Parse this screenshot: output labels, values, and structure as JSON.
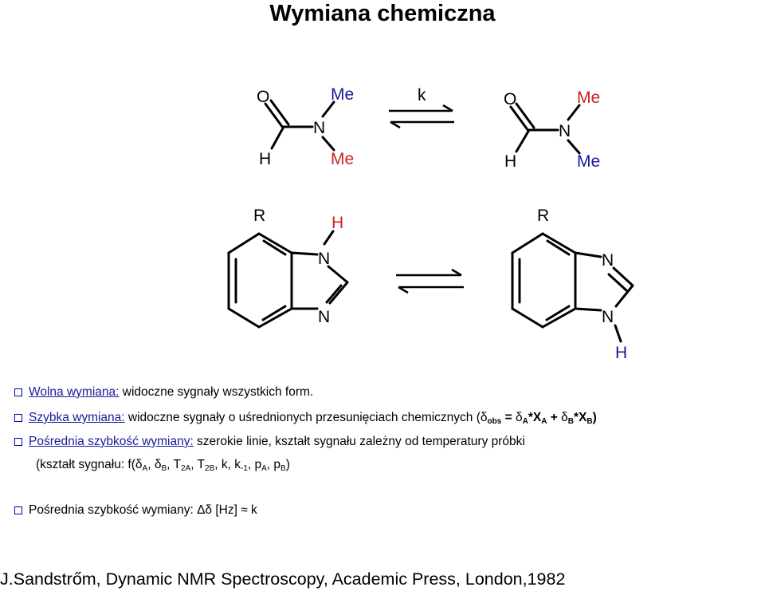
{
  "title": "Wymiana chemiczna",
  "scheme": {
    "amide_left": {
      "O": "O",
      "N": "N",
      "H": "H",
      "Me_top": "Me",
      "Me_bottom": "Me"
    },
    "rate": "k",
    "amide_right": {
      "O": "O",
      "N": "N",
      "H": "H",
      "Me_top": "Me",
      "Me_bottom": "Me"
    },
    "benz_left": {
      "R": "R",
      "H": "H",
      "N_top": "N",
      "N_bottom": "N"
    },
    "benz_right": {
      "R": "R",
      "H": "H",
      "N_top": "N",
      "N_bottom": "N"
    },
    "colors": {
      "red": "#cc2222",
      "blue": "#1a1a99",
      "bullet": "#0000aa"
    }
  },
  "bullets": {
    "b1": {
      "label": "Wolna wymiana:",
      "text": "widoczne sygnały wszystkich form."
    },
    "b2": {
      "label": "Szybka wymiana:",
      "text": "widoczne sygnały o uśrednionych przesunięciach chemicznych (",
      "delta": "δ",
      "obs": "obs",
      "eq": " = ",
      "delta_a": "δ",
      "sub_a": "A",
      "times_xa": "*X",
      "sub_xa": "A",
      "plus": " + ",
      "delta_b": "δ",
      "sub_b": "B",
      "times_xb": "*X",
      "sub_xb": "B",
      "close": ")"
    },
    "b3": {
      "label": "Pośrednia szybkość wymiany:",
      "text": " szerokie linie, kształt sygnału zależny od temperatury próbki"
    },
    "b4": {
      "prefix": "(kształt sygnału: f(",
      "d1": "δ",
      "s1": "A",
      "c1": ", ",
      "d2": "δ",
      "s2": "B",
      "c2": ", T",
      "s3": "2A",
      "c3": ", T",
      "s4": "2B",
      "c4": ", k, k",
      "s5": "-1",
      "c5": ", p",
      "s6": "A",
      "c6": ", p",
      "s7": "B",
      "close": ")"
    },
    "b5": {
      "label": "Pośrednia szybkość wymiany:",
      "delta_cap": "Δ",
      "delta": "δ",
      "hz": " [Hz] ",
      "approx": "≈",
      "k": " k"
    }
  },
  "footer": "J.Sandstrőm, Dynamic NMR Spectroscopy, Academic Press, London,1982"
}
